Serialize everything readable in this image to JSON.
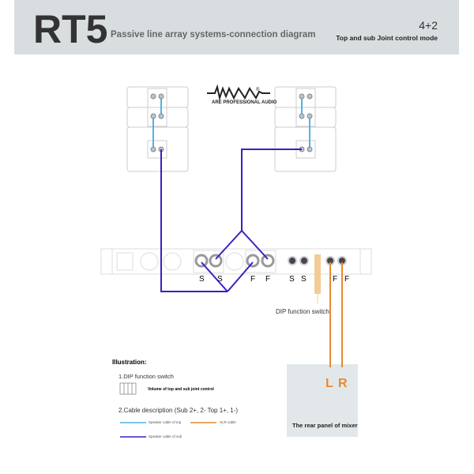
{
  "header": {
    "model": "RT5",
    "title": "Passive line array systems-connection diagram",
    "config": "4+2",
    "mode": "Top and sub Joint control mode"
  },
  "logo": {
    "text": "ARE PROFESSIONAL AUDIO"
  },
  "rack": {
    "labels": [
      "S",
      "S",
      "F",
      "F",
      "S",
      "S",
      "F",
      "F"
    ],
    "dip_label": "DIP function switch"
  },
  "mixer": {
    "left": "L",
    "right": "R",
    "caption": "The rear panel of mixer"
  },
  "illustration": {
    "title": "Illustration:",
    "item1": "1.DIP function switch",
    "dip_desc": "Volume of top and sub joint control",
    "item2": "2.Cable description (Sub 2+, 2-  Top 1+, 1-)",
    "legend": [
      {
        "label": "Speaker cable of top",
        "color": "#4fb3e8"
      },
      {
        "label": "XLR cable",
        "color": "#e88a30"
      },
      {
        "label": "Speaker cable of sub",
        "color": "#3a1fc4"
      }
    ]
  }
}
